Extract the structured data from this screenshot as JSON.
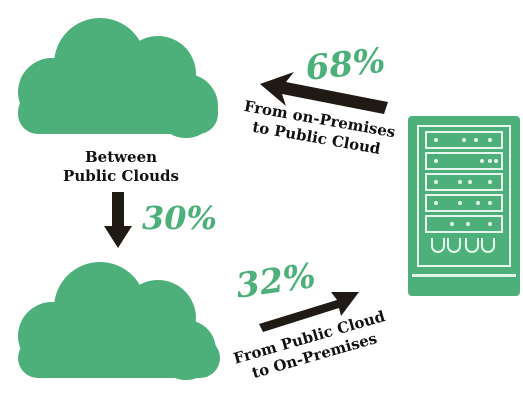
{
  "colors": {
    "green": "#4db07a",
    "arrow": "#1f1a14",
    "text": "#111111",
    "server_line": "#e6f6ec"
  },
  "icons": [
    "cloud-icon",
    "server-icon",
    "arrow-icon"
  ],
  "between": {
    "line1": "Between",
    "line2": "Public Clouds",
    "percent": "30%"
  },
  "to_cloud": {
    "line1": "From on-Premises",
    "line2": "to Public Cloud",
    "percent": "68%"
  },
  "to_premises": {
    "line1": "From Public Cloud",
    "line2": "to On-Premises",
    "percent": "32%"
  }
}
